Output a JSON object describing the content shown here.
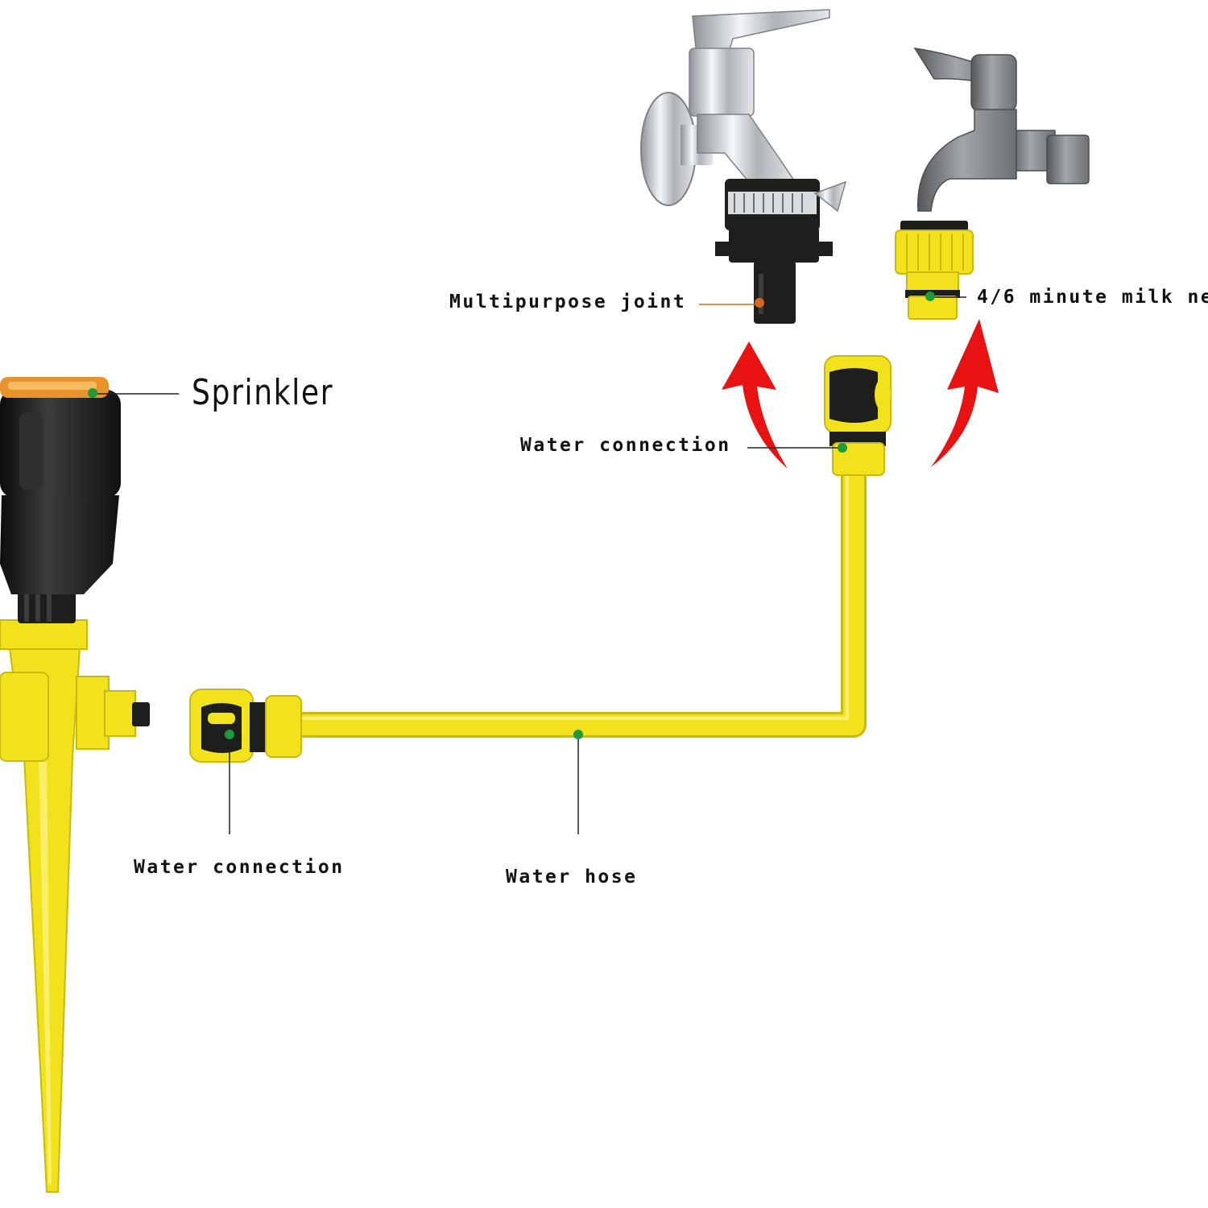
{
  "labels": {
    "sprinkler": "Sprinkler",
    "multipurpose_joint": "Multipurpose joint",
    "milk_nozzle": "4/6 minute milk ne",
    "water_connection_top": "Water connection",
    "water_connection_bottom": "Water connection",
    "water_hose": "Water hose"
  },
  "colors": {
    "hose_yellow": "#f2e21c",
    "connector_black": "#1d1f1d",
    "arrow_red": "#e81212",
    "leader_green": "#1e9a3a",
    "leader_orange": "#d2691e",
    "chrome": "#c8ccd0",
    "steel": "#7a7c7e"
  },
  "icons": [
    "sprinkler-icon",
    "faucet-icon",
    "hose-connector-icon",
    "arrow-up-icon"
  ]
}
